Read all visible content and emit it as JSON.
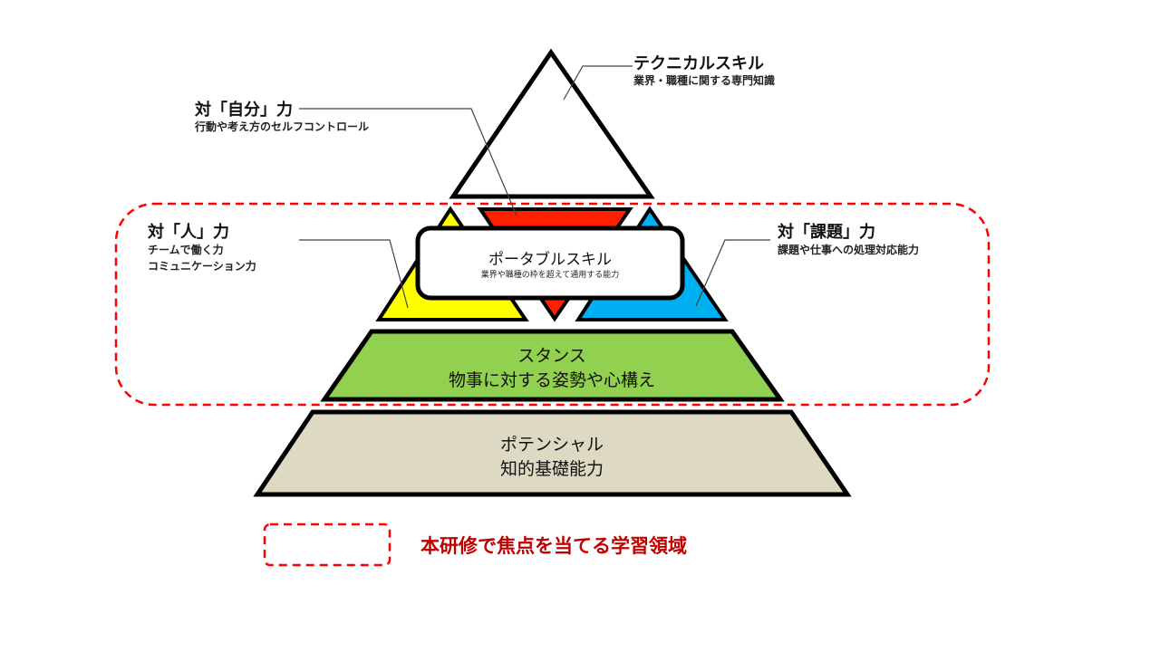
{
  "technical": {
    "title": "テクニカルスキル",
    "desc": "業界・職種に関する専門知識"
  },
  "self": {
    "title": "対「自分」力",
    "desc": "行動や考え方のセルフコントロール"
  },
  "people": {
    "title": "対「人」力",
    "desc1": "チームで働く力",
    "desc2": "コミュニケーション力"
  },
  "task": {
    "title": "対「課題」力",
    "desc": "課題や仕事への処理対応能力"
  },
  "portable": {
    "title": "ポータブルスキル",
    "desc": "業界や職種の枠を超えて通用する能力"
  },
  "stance": {
    "title": "スタンス",
    "desc": "物事に対する姿勢や心構え"
  },
  "potential": {
    "title": "ポテンシャル",
    "desc": "知的基礎能力"
  },
  "legend": {
    "label": "本研修で焦点を当てる学習領域"
  },
  "colors": {
    "red": "#ff2000",
    "yellow": "#ffff00",
    "blue": "#00b0f0",
    "green": "#92d050",
    "beige": "#ddd9c3",
    "focus": "#c00000"
  }
}
